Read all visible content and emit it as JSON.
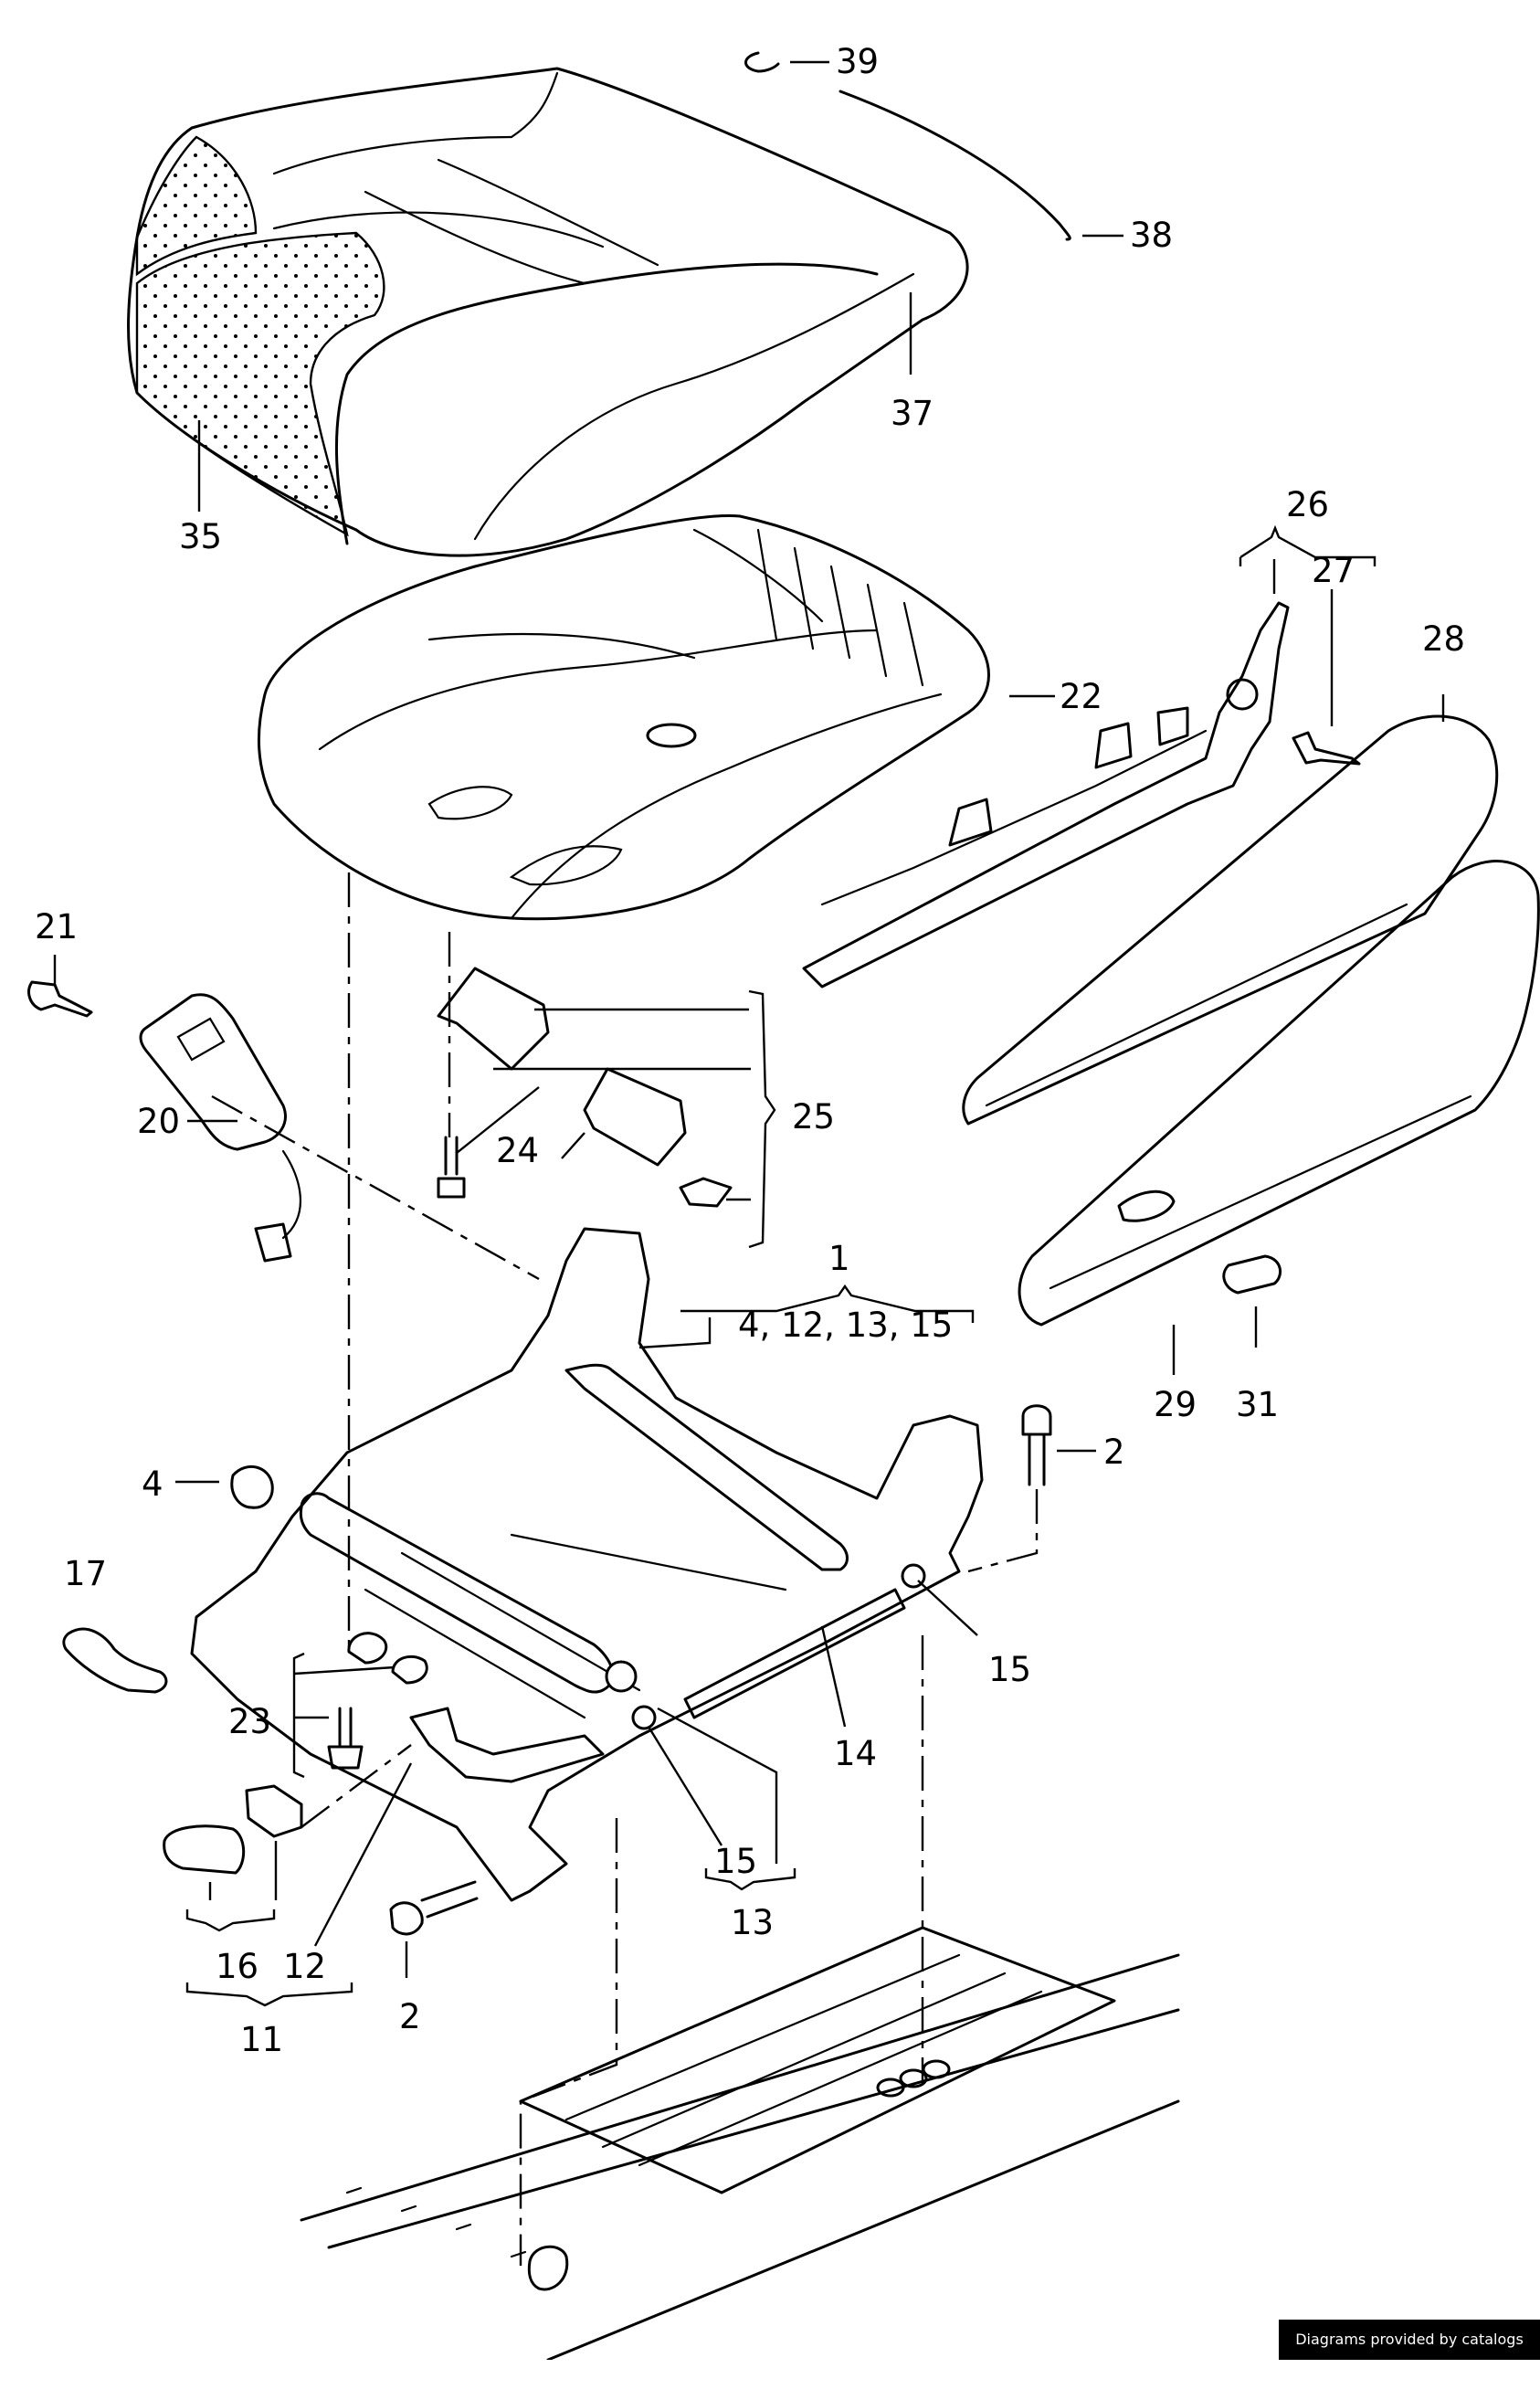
{
  "credit": "Diagrams provided by catalogs parts",
  "callouts": [
    {
      "id": "c39",
      "text": "39"
    },
    {
      "id": "c38",
      "text": "38"
    },
    {
      "id": "c37",
      "text": "37"
    },
    {
      "id": "c35",
      "text": "35"
    },
    {
      "id": "c26",
      "text": "26"
    },
    {
      "id": "c27",
      "text": "27"
    },
    {
      "id": "c28",
      "text": "28"
    },
    {
      "id": "c22",
      "text": "22"
    },
    {
      "id": "c21",
      "text": "21"
    },
    {
      "id": "c20",
      "text": "20"
    },
    {
      "id": "c25",
      "text": "25"
    },
    {
      "id": "c24",
      "text": "24"
    },
    {
      "id": "c1",
      "text": "1"
    },
    {
      "id": "c1sub",
      "text": "4, 12, 13, 15"
    },
    {
      "id": "c29",
      "text": "29"
    },
    {
      "id": "c31",
      "text": "31"
    },
    {
      "id": "c2a",
      "text": "2"
    },
    {
      "id": "c4",
      "text": "4"
    },
    {
      "id": "c17",
      "text": "17"
    },
    {
      "id": "c15a",
      "text": "15"
    },
    {
      "id": "c23",
      "text": "23"
    },
    {
      "id": "c14",
      "text": "14"
    },
    {
      "id": "c15b",
      "text": "15"
    },
    {
      "id": "c13",
      "text": "13"
    },
    {
      "id": "c16",
      "text": "16"
    },
    {
      "id": "c12",
      "text": "12"
    },
    {
      "id": "c2b",
      "text": "2"
    },
    {
      "id": "c11",
      "text": "11"
    }
  ]
}
